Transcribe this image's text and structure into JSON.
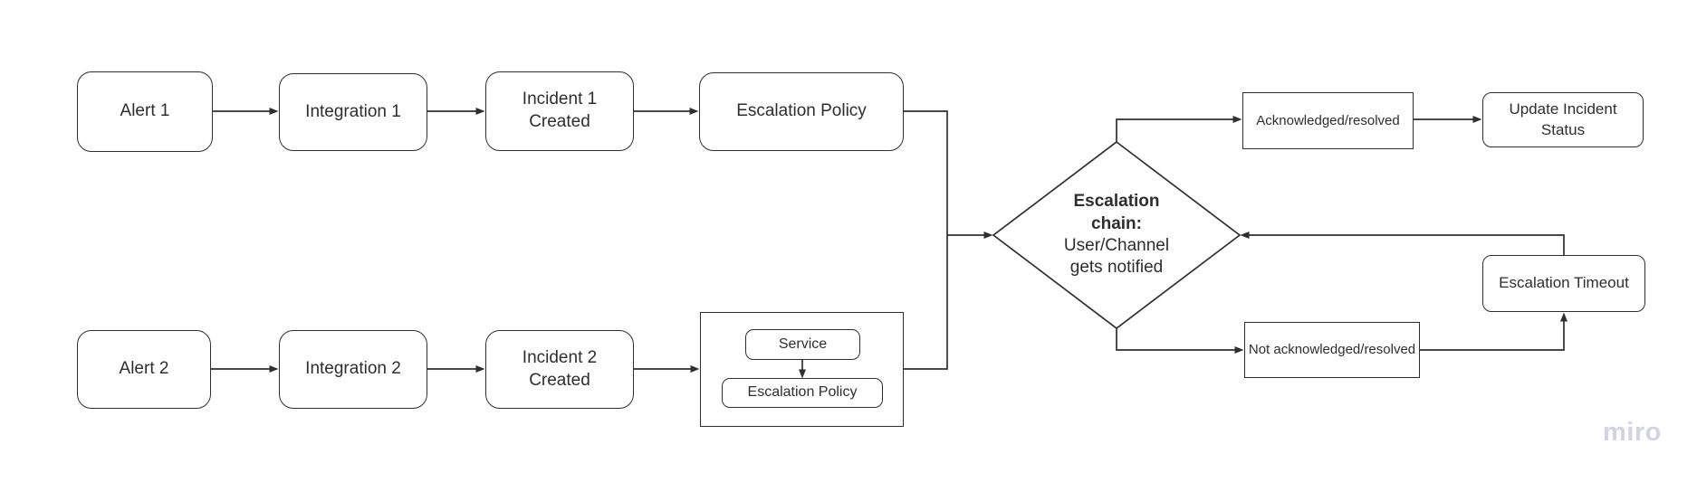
{
  "board": {
    "app": "miro",
    "background": "#ffffff",
    "stroke_color": "#2f2f2f",
    "text_color": "#2e2e2e",
    "watermark": "miro",
    "watermark_color": "#d4d4e0"
  },
  "nodes": {
    "alert1": {
      "label": "Alert 1",
      "shape": "rounded-rect"
    },
    "integration1": {
      "label": "Integration 1",
      "shape": "rounded-rect"
    },
    "incident1": {
      "label": "Incident 1\nCreated",
      "shape": "rounded-rect"
    },
    "escalation_policy_1": {
      "label": "Escalation Policy",
      "shape": "rounded-rect"
    },
    "alert2": {
      "label": "Alert 2",
      "shape": "rounded-rect"
    },
    "integration2": {
      "label": "Integration 2",
      "shape": "rounded-rect"
    },
    "incident2": {
      "label": "Incident 2\nCreated",
      "shape": "rounded-rect"
    },
    "service_group": {
      "label": "",
      "shape": "rect-container"
    },
    "service": {
      "label": "Service",
      "shape": "rounded-rect"
    },
    "escalation_policy_2": {
      "label": "Escalation Policy",
      "shape": "rounded-rect"
    },
    "decision": {
      "title": "Escalation\nchain:",
      "subtitle": "User/Channel\ngets notified",
      "shape": "diamond"
    },
    "acknowledged": {
      "label": "Acknowledged/resolved",
      "shape": "rect"
    },
    "update_status": {
      "label": "Update Incident\nStatus",
      "shape": "rounded-rect"
    },
    "not_acknowledged": {
      "label": "Not acknowledged/resolved",
      "shape": "rect"
    },
    "escalation_timeout": {
      "label": "Escalation Timeout",
      "shape": "rounded-rect"
    }
  },
  "edges": [
    {
      "from": "alert1",
      "to": "integration1"
    },
    {
      "from": "integration1",
      "to": "incident1"
    },
    {
      "from": "incident1",
      "to": "escalation_policy_1"
    },
    {
      "from": "escalation_policy_1",
      "to": "decision"
    },
    {
      "from": "alert2",
      "to": "integration2"
    },
    {
      "from": "integration2",
      "to": "incident2"
    },
    {
      "from": "incident2",
      "to": "service_group"
    },
    {
      "from": "service",
      "to": "escalation_policy_2"
    },
    {
      "from": "service_group",
      "to": "decision"
    },
    {
      "from": "decision",
      "to": "acknowledged"
    },
    {
      "from": "acknowledged",
      "to": "update_status"
    },
    {
      "from": "decision",
      "to": "not_acknowledged"
    },
    {
      "from": "not_acknowledged",
      "to": "escalation_timeout"
    },
    {
      "from": "escalation_timeout",
      "to": "decision"
    }
  ]
}
